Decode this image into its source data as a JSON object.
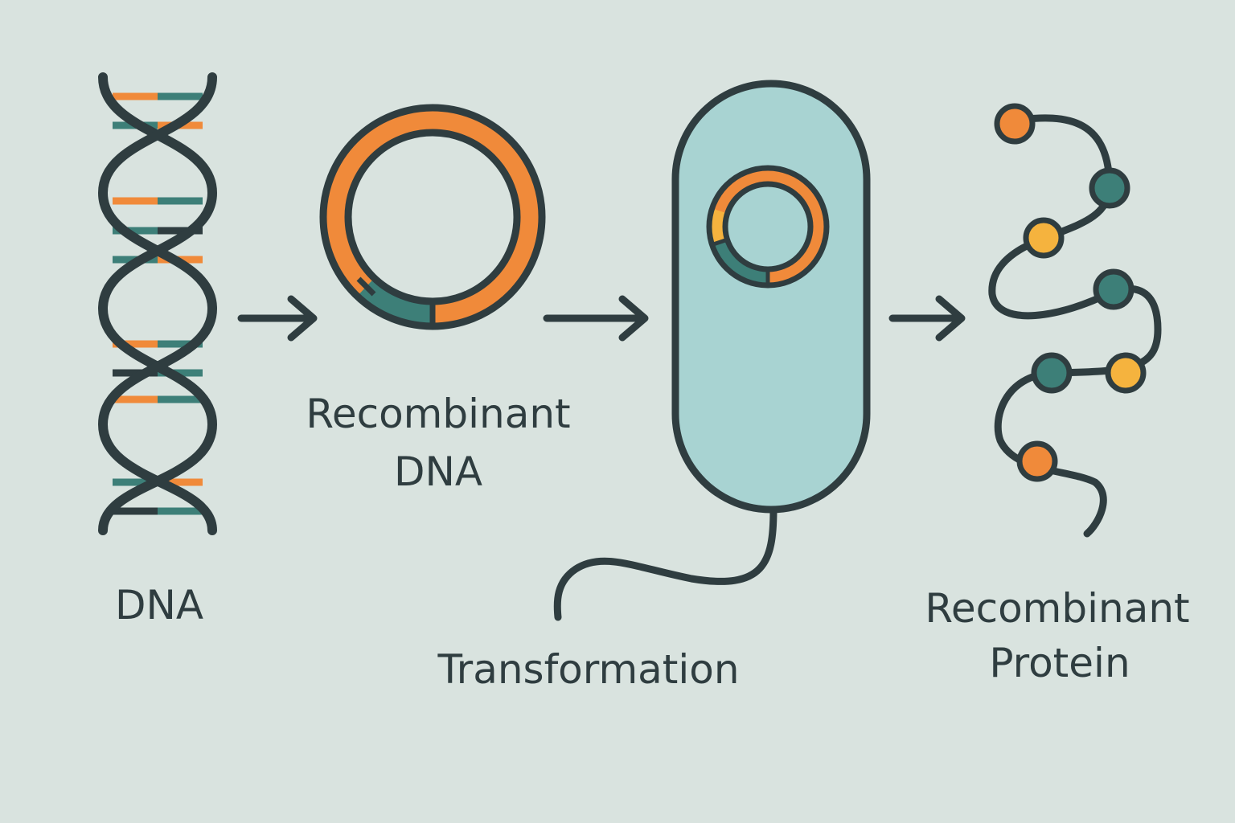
{
  "colors": {
    "background": "#d9e3df",
    "ink": "#2f3d40",
    "orange": "#f08a3a",
    "teal": "#3d7f78",
    "yellow": "#f5b33e",
    "cell_fill": "#a8d3d2"
  },
  "labels": {
    "dna": "DNA",
    "recombinant_dna_line1": "Recombinant",
    "recombinant_dna_line2": "DNA",
    "transformation": "Transformation",
    "recombinant_protein_line1": "Recombinant",
    "recombinant_protein_line2": "Protein"
  },
  "icons": {
    "dna": "dna-double-helix-icon",
    "plasmid": "plasmid-ring-icon",
    "cell": "bacterial-cell-icon",
    "protein": "protein-bead-chain-icon",
    "arrow": "right-arrow-icon"
  }
}
